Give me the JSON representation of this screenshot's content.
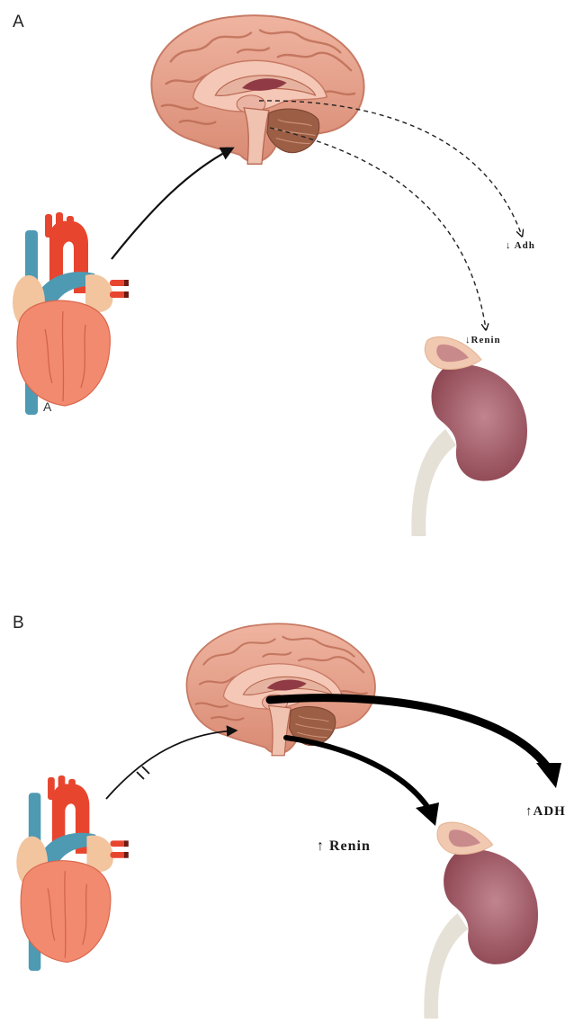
{
  "panels": [
    {
      "label": "A",
      "adh_text": "↓ Adh",
      "renin_text": "↓Renin",
      "heart_mark": "A"
    },
    {
      "label": "B",
      "adh_text": "↑ADH",
      "renin_text": "↑ Renin"
    }
  ],
  "colors": {
    "brain_outer": "#e9a48f",
    "brain_gyri": "#d27f6a",
    "brain_inner": "#f4c7b6",
    "cerebellum": "#9c5f45",
    "heart_body": "#f28a6f",
    "heart_atrium": "#f2c59f",
    "aorta": "#e8452f",
    "vena_cava": "#4e9ab3",
    "kidney": "#9e5560",
    "adrenal": "#f1c8b0",
    "ureter": "#e6e1d6",
    "arrow": "#111111"
  },
  "icons": [
    "brain-icon",
    "heart-icon",
    "kidney-icon"
  ]
}
